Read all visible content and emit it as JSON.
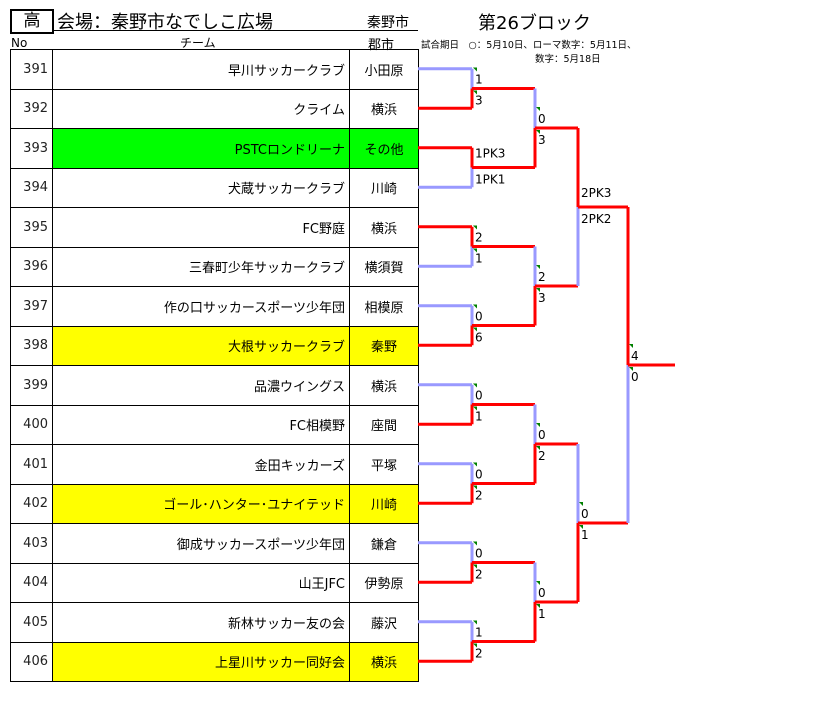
{
  "header": {
    "grade": "高",
    "venue": "会場：秦野市なでしこ広場",
    "city": "秦野市",
    "block": "第26ブロック"
  },
  "columns": {
    "no": "No",
    "team": "チーム",
    "city": "郡市"
  },
  "notes": {
    "line1": "試合期日　○：5月10日、ローマ数字：5月11日、",
    "line2": "数字：5月18日"
  },
  "colors": {
    "win": "#ff0000",
    "lose": "#9999ff",
    "green": "#00ff00",
    "yellow": "#ffff00"
  },
  "teams": [
    {
      "no": "391",
      "name": "早川サッカークラブ",
      "city": "小田原",
      "hl": ""
    },
    {
      "no": "392",
      "name": "クライム",
      "city": "横浜",
      "hl": ""
    },
    {
      "no": "393",
      "name": "PSTCロンドリーナ",
      "city": "その他",
      "hl": "green"
    },
    {
      "no": "394",
      "name": "犬蔵サッカークラブ",
      "city": "川崎",
      "hl": ""
    },
    {
      "no": "395",
      "name": "FC野庭",
      "city": "横浜",
      "hl": ""
    },
    {
      "no": "396",
      "name": "三春町少年サッカークラブ",
      "city": "横須賀",
      "hl": ""
    },
    {
      "no": "397",
      "name": "作の口サッカースポーツ少年団",
      "city": "相模原",
      "hl": ""
    },
    {
      "no": "398",
      "name": "大根サッカークラブ",
      "city": "秦野",
      "hl": "yellow"
    },
    {
      "no": "399",
      "name": "品濃ウイングス",
      "city": "横浜",
      "hl": ""
    },
    {
      "no": "400",
      "name": "FC相模野",
      "city": "座間",
      "hl": ""
    },
    {
      "no": "401",
      "name": "金田キッカーズ",
      "city": "平塚",
      "hl": ""
    },
    {
      "no": "402",
      "name": "ゴール･ハンター･ユナイテッド",
      "city": "川崎",
      "hl": "yellow"
    },
    {
      "no": "403",
      "name": "御成サッカースポーツ少年団",
      "city": "鎌倉",
      "hl": ""
    },
    {
      "no": "404",
      "name": "山王JFC",
      "city": "伊勢原",
      "hl": ""
    },
    {
      "no": "405",
      "name": "新林サッカー友の会",
      "city": "藤沢",
      "hl": ""
    },
    {
      "no": "406",
      "name": "上星川サッカー同好会",
      "city": "横浜",
      "hl": "yellow"
    }
  ],
  "rounds": [
    [
      {
        "top": "1",
        "bottom": "3",
        "winner": "bottom"
      },
      {
        "top": "1PK3",
        "bottom": "1PK1",
        "winner": "top"
      },
      {
        "top": "2",
        "bottom": "1",
        "winner": "top"
      },
      {
        "top": "0",
        "bottom": "6",
        "winner": "bottom"
      },
      {
        "top": "0",
        "bottom": "1",
        "winner": "bottom"
      },
      {
        "top": "0",
        "bottom": "2",
        "winner": "bottom"
      },
      {
        "top": "0",
        "bottom": "2",
        "winner": "bottom"
      },
      {
        "top": "1",
        "bottom": "2",
        "winner": "bottom"
      }
    ],
    [
      {
        "top": "0",
        "bottom": "3",
        "winner": "bottom"
      },
      {
        "top": "2",
        "bottom": "3",
        "winner": "bottom"
      },
      {
        "top": "0",
        "bottom": "2",
        "winner": "bottom"
      },
      {
        "top": "0",
        "bottom": "1",
        "winner": "bottom"
      }
    ],
    [
      {
        "top": "2PK3",
        "bottom": "2PK2",
        "winner": "top"
      },
      {
        "top": "0",
        "bottom": "1",
        "winner": "bottom"
      }
    ],
    [
      {
        "top": "4",
        "bottom": "0",
        "winner": "top"
      }
    ]
  ]
}
